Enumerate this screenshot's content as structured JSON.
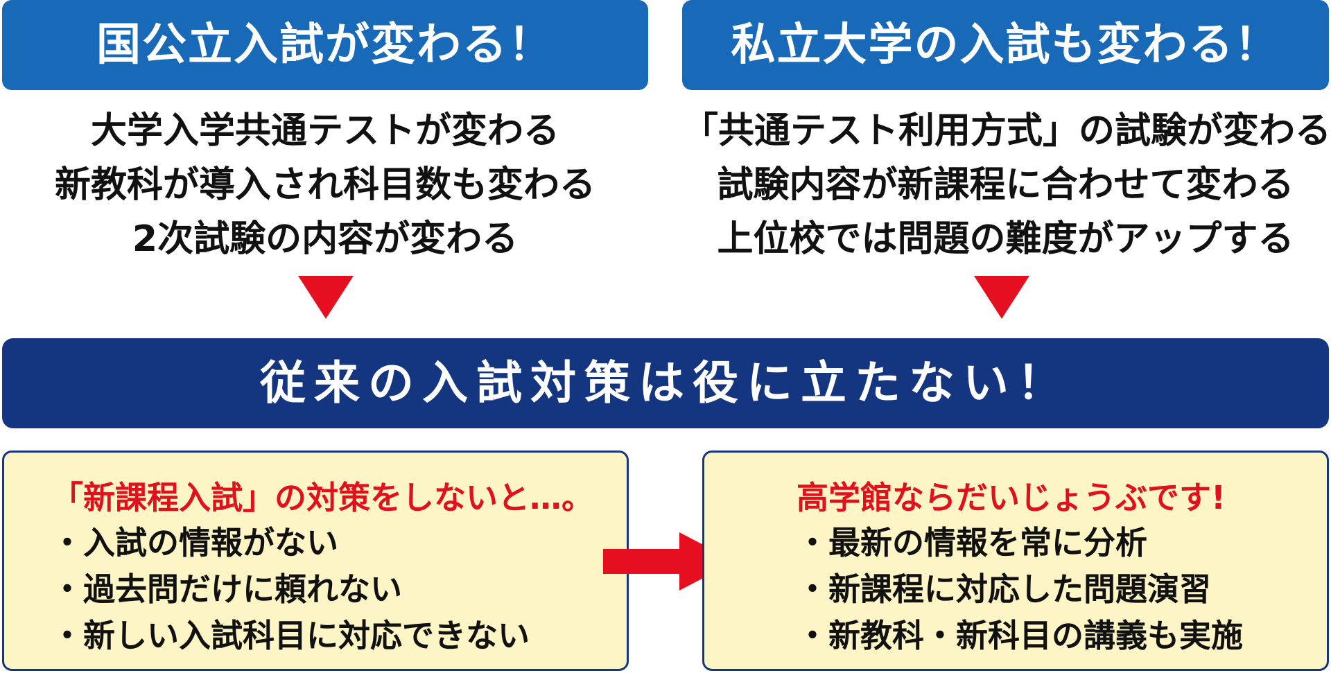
{
  "national_exam": {
    "title": "国公立入試が変わる！",
    "changes": [
      "大学入学共通テストが変わる",
      "新教科が導入され科目数も変わる",
      "2次試験の内容が変わる"
    ]
  },
  "private_exam": {
    "title": "私立大学の入試も変わる！",
    "changes": [
      "「共通テスト利用方式」の試験が変わる",
      "試験内容が新課程に合わせて変わる",
      "上位校では問題の難度がアップする"
    ]
  },
  "conclusion": "従来の入試対策は役に立たない！",
  "problem_box": {
    "heading": "「新課程入試」の対策をしないと…。",
    "items": [
      "・入試の情報がない",
      "・過去問だけに頼れない",
      "・新しい入試科目に対応できない"
    ]
  },
  "solution_box": {
    "heading": "高学館ならだいじょうぶです!",
    "items": [
      "・最新の情報を常に分析",
      "・新課程に対応した問題演習",
      "・新教科・新科目の講義も実施"
    ]
  },
  "colors": {
    "banner_blue": "#1869b8",
    "navy": "#14357f",
    "accent_red": "#e60f20",
    "box_fill": "#fdf5c5"
  }
}
